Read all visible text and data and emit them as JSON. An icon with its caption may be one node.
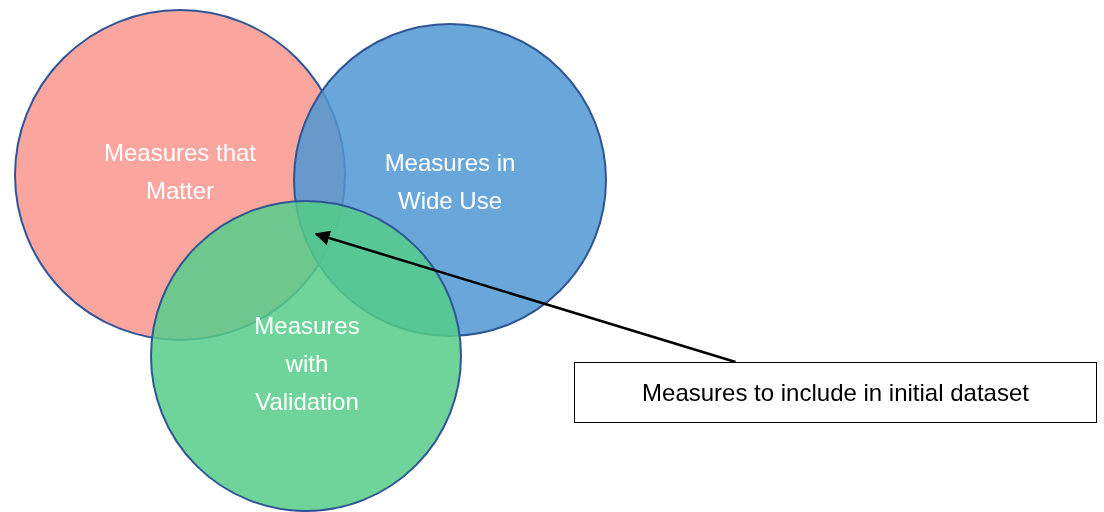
{
  "diagram": {
    "nodes": [
      {
        "text": [
          "Measures that Matter"
        ]
      },
      {
        "text": [
          "Measures in Wide Use"
        ]
      },
      {
        "text": [
          "Measures with Validation"
        ]
      },
      {
        "text": [
          "Measures to include in initial dataset"
        ]
      }
    ],
    "edges": [
      {
        "from": 3,
        "to": 2,
        "arrow": "to"
      }
    ]
  }
}
